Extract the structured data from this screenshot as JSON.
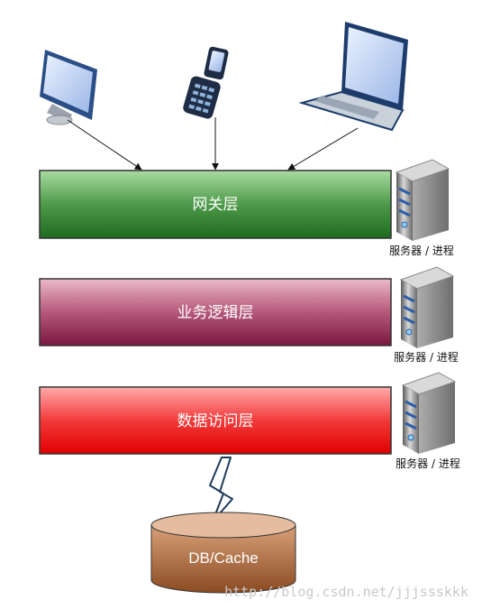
{
  "devices": [
    {
      "icon": "desktop-monitor-icon"
    },
    {
      "icon": "mobile-phone-icon"
    },
    {
      "icon": "laptop-icon"
    }
  ],
  "layers": [
    {
      "label": "网关层",
      "server_label": "服务器 / 进程",
      "colors": {
        "top": "#a9dca0",
        "mid": "#4e9a4a",
        "bottom": "#1f6b1f"
      }
    },
    {
      "label": "业务逻辑层",
      "server_label": "服务器 / 进程",
      "colors": {
        "top": "#ecb9c9",
        "mid": "#b5587a",
        "bottom": "#7a1840"
      }
    },
    {
      "label": "数据访问层",
      "server_label": "服务器 / 进程",
      "colors": {
        "top": "#ffaaaa",
        "mid": "#f23a3a",
        "bottom": "#e00000"
      }
    }
  ],
  "database": {
    "label": "DB/Cache",
    "icon": "database-cylinder-icon"
  },
  "connector_icon": "lightning-bolt-icon",
  "server_icon": "server-tower-icon",
  "watermark": "http://blog.csdn.net/jjjssskkk"
}
